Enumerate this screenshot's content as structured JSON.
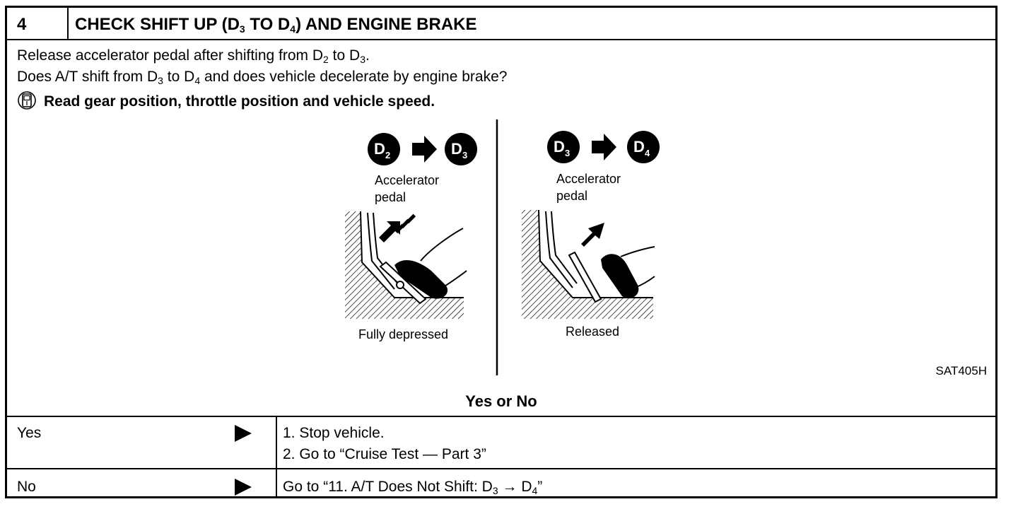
{
  "step": {
    "number": "4",
    "title_pre": "CHECK SHIFT UP (D",
    "title_sub1": "3",
    "title_mid": " TO D",
    "title_sub2": "4",
    "title_post": ") AND ENGINE BRAKE"
  },
  "instructions": {
    "line1_pre": "Release accelerator pedal after shifting from D",
    "line1_sub1": "2",
    "line1_mid": " to D",
    "line1_sub2": "3",
    "line1_post": ".",
    "line2_pre": "Does A/T shift from D",
    "line2_sub1": "3",
    "line2_mid": " to D",
    "line2_sub2": "4",
    "line2_post": " and does vehicle decelerate by engine brake?",
    "line3": "Read gear position, throttle position and vehicle speed."
  },
  "figure": {
    "left": {
      "from_gear": "D",
      "from_sub": "2",
      "to_gear": "D",
      "to_sub": "3",
      "label_line1": "Accelerator",
      "label_line2": "pedal",
      "caption": "Fully depressed"
    },
    "right": {
      "from_gear": "D",
      "from_sub": "3",
      "to_gear": "D",
      "to_sub": "4",
      "label_line1": "Accelerator",
      "label_line2": "pedal",
      "caption": "Released"
    },
    "reference": "SAT405H"
  },
  "question": "Yes or No",
  "outcomes": {
    "yes": {
      "label": "Yes",
      "step1": "1.  Stop vehicle.",
      "step2": "2.  Go to “Cruise Test — Part 3”"
    },
    "no": {
      "label": "No",
      "action_pre": "Go to “11. A/T Does Not Shift: D",
      "action_sub1": "3",
      "action_mid": " → D",
      "action_sub2": "4",
      "action_post": "”"
    }
  },
  "icons": {
    "consult": "consult-monitor-icon",
    "pointer": "triangle-right-icon",
    "shift": "shift-arrow-icon"
  }
}
